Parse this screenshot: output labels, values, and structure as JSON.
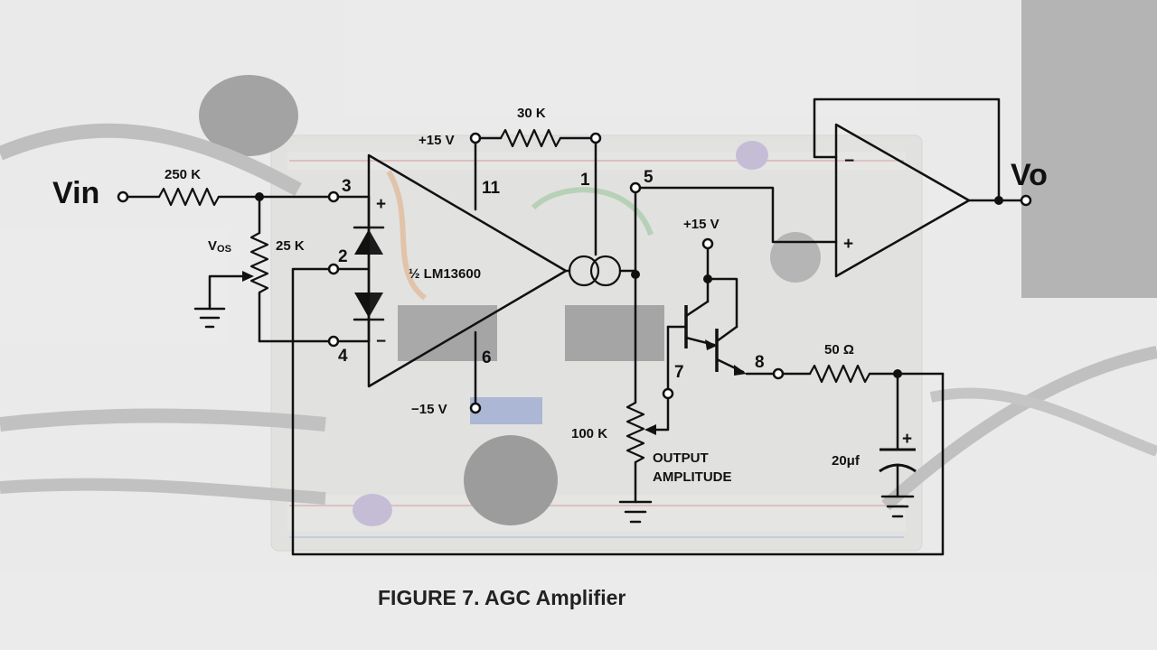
{
  "figure": {
    "caption": "FIGURE 7. AGC Amplifier"
  },
  "labels": {
    "vin": "Vin",
    "vo": "Vo",
    "r_input": "250 K",
    "vos_main": "V",
    "vos_sub": "OS",
    "r_vos": "25 K",
    "r_feedback": "30 K",
    "supply_pos_1": "+15 V",
    "supply_pos_2": "+15 V",
    "supply_neg": "−15 V",
    "chip": "½ LM13600",
    "plus_input": "+",
    "minus_input": "−",
    "pot": "100 K",
    "output_amplitude_1": "OUTPUT",
    "output_amplitude_2": "AMPLITUDE",
    "r_output": "50 Ω",
    "cap_value": "20μf",
    "cap_plus": "+",
    "buffer_minus": "−",
    "buffer_plus": "+",
    "pins": {
      "p1": "1",
      "p2": "2",
      "p3": "3",
      "p4": "4",
      "p5": "5",
      "p6": "6",
      "p7": "7",
      "p8": "8",
      "p11": "11"
    }
  }
}
